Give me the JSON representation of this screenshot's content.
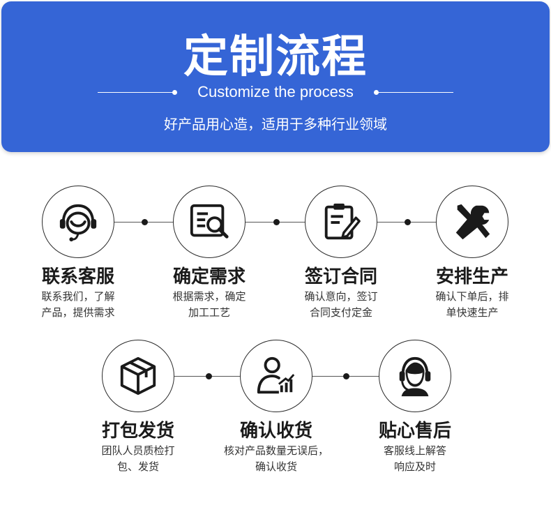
{
  "header": {
    "title": "定制流程",
    "subtitle_en": "Customize the process",
    "tagline": "好产品用心造，适用于多种行业领域",
    "accent_color": "#3565d6"
  },
  "steps": [
    {
      "title": "联系客服",
      "desc_line1": "联系我们，了解",
      "desc_line2": "产品，提供需求",
      "icon": "customer-service-headset-icon"
    },
    {
      "title": "确定需求",
      "desc_line1": "根据需求，确定",
      "desc_line2": "加工工艺",
      "icon": "document-magnifier-icon"
    },
    {
      "title": "签订合同",
      "desc_line1": "确认意向，签订",
      "desc_line2": "合同支付定金",
      "icon": "clipboard-pen-icon"
    },
    {
      "title": "安排生产",
      "desc_line1": "确认下单后，排",
      "desc_line2": "单快速生产",
      "icon": "wrench-screwdriver-icon"
    },
    {
      "title": "打包发货",
      "desc_line1": "团队人员质检打",
      "desc_line2": "包、发货",
      "icon": "package-box-icon"
    },
    {
      "title": "确认收货",
      "desc_line1": "核对产品数量无误后，",
      "desc_line2": "确认收货",
      "icon": "person-chart-icon"
    },
    {
      "title": "贴心售后",
      "desc_line1": "客服线上解答",
      "desc_line2": "响应及时",
      "icon": "support-agent-icon"
    }
  ]
}
